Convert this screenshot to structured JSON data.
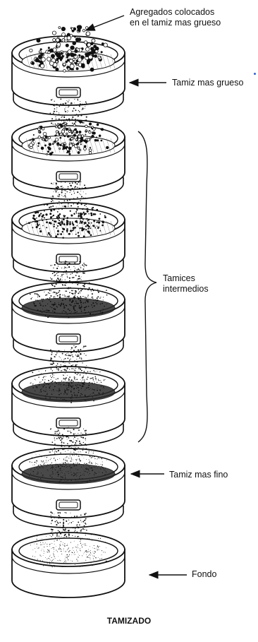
{
  "labels": {
    "top_note_line1": "Agregados colocados",
    "top_note_line2": "en el tamiz mas grueso",
    "coarse": "Tamiz mas grueso",
    "intermediate_line1": "Tamices",
    "intermediate_line2": "intermedios",
    "fine": "Tamiz mas fino",
    "pan": "Fondo",
    "caption": "TAMIZADO"
  },
  "sieves": [
    {
      "id": "sieve-1",
      "kind": "coarsest",
      "particle_size": "coarse"
    },
    {
      "id": "sieve-2",
      "kind": "intermediate",
      "particle_size": "medium-coarse"
    },
    {
      "id": "sieve-3",
      "kind": "intermediate",
      "particle_size": "medium"
    },
    {
      "id": "sieve-4",
      "kind": "intermediate",
      "particle_size": "medium-fine"
    },
    {
      "id": "sieve-5",
      "kind": "intermediate",
      "particle_size": "fine"
    },
    {
      "id": "sieve-6",
      "kind": "finest",
      "particle_size": "very-fine"
    },
    {
      "id": "pan",
      "kind": "pan",
      "particle_size": "dust"
    }
  ],
  "colors": {
    "ink": "#111111",
    "accent": "#3060c8"
  }
}
